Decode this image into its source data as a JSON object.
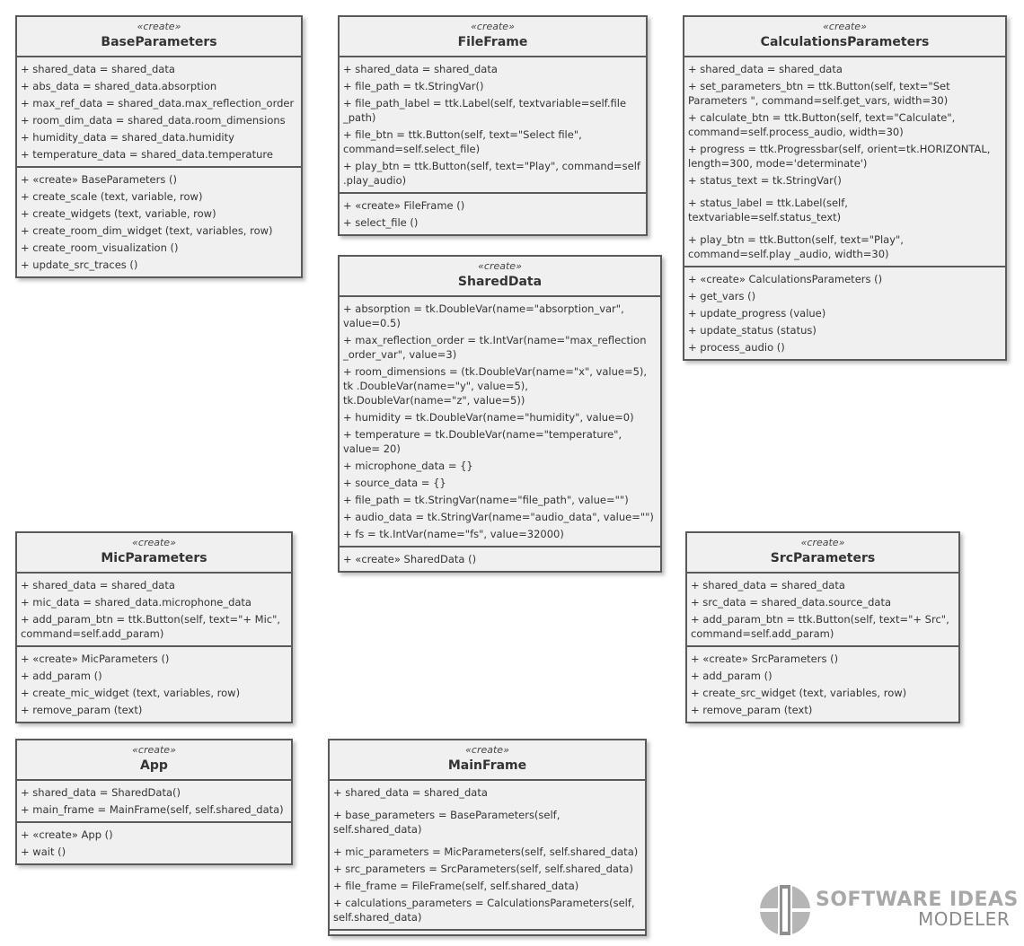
{
  "stereotype": "«create»",
  "classes": {
    "base_parameters": {
      "name": "BaseParameters",
      "attributes": [
        "+ shared_data =  shared_data",
        "+ abs_data =  shared_data.absorption",
        "+ max_ref_data =  shared_data.max_reflection_order",
        "+ room_dim_data =  shared_data.room_dimensions",
        "+ humidity_data =  shared_data.humidity",
        "+ temperature_data =  shared_data.temperature"
      ],
      "operations": [
        "+ «create» BaseParameters ()",
        "+ create_scale (text, variable, row)",
        "+ create_widgets (text, variable, row)",
        "+ create_room_dim_widget (text, variables, row)",
        "+ create_room_visualization ()",
        "+ update_src_traces ()"
      ]
    },
    "file_frame": {
      "name": "FileFrame",
      "attributes": [
        "+ shared_data =  shared_data",
        "+ file_path =  tk.StringVar()",
        "+ file_path_label =  ttk.Label(self, textvariable=self.file _path)",
        "+ file_btn =  ttk.Button(self, text=\"Select file\", command=self.select_file)",
        "+ play_btn =  ttk.Button(self, text=\"Play\", command=self .play_audio)"
      ],
      "operations": [
        "+ «create» FileFrame ()",
        "+ select_file ()"
      ]
    },
    "calculations_parameters": {
      "name": "CalculationsParameters",
      "attributes": [
        "+ shared_data =  shared_data",
        "+ set_parameters_btn =  ttk.Button(self, text=\"Set Parameters \", command=self.get_vars, width=30)",
        "+ calculate_btn =  ttk.Button(self, text=\"Calculate\", command=self.process_audio, width=30)",
        "+ progress =  ttk.Progressbar(self, orient=tk.HORIZONTAL, length=300, mode='determinate')",
        "+ status_text =  tk.StringVar()",
        "+ status_label =  ttk.Label(self, textvariable=self.status_text)",
        "+ play_btn =  ttk.Button(self, text=\"Play\", command=self.play _audio, width=30)"
      ],
      "operations": [
        "+ «create» CalculationsParameters ()",
        "+ get_vars ()",
        "+ update_progress (value)",
        "+ update_status (status)",
        "+ process_audio ()"
      ]
    },
    "shared_data": {
      "name": "SharedData",
      "attributes": [
        "+ absorption =  tk.DoubleVar(name=\"absorption_var\", value=0.5)",
        "+ max_reflection_order =  tk.IntVar(name=\"max_reflection _order_var\", value=3)",
        "+ room_dimensions =  (tk.DoubleVar(name=\"x\", value=5), tk .DoubleVar(name=\"y\", value=5), tk.DoubleVar(name=\"z\", value=5))",
        "+ humidity =  tk.DoubleVar(name=\"humidity\", value=0)",
        "+ temperature =  tk.DoubleVar(name=\"temperature\", value= 20)",
        "+ microphone_data =  {}",
        "+ source_data =  {}",
        "+ file_path =  tk.StringVar(name=\"file_path\", value=\"\")",
        "+ audio_data =  tk.StringVar(name=\"audio_data\", value=\"\")",
        "+ fs =  tk.IntVar(name=\"fs\", value=32000)"
      ],
      "operations": [
        "+ «create» SharedData ()"
      ]
    },
    "mic_parameters": {
      "name": "MicParameters",
      "attributes": [
        "+ shared_data =  shared_data",
        "+ mic_data =  shared_data.microphone_data",
        "+ add_param_btn =  ttk.Button(self, text=\"+ Mic\", command=self.add_param)"
      ],
      "operations": [
        "+ «create» MicParameters ()",
        "+ add_param ()",
        "+ create_mic_widget (text, variables, row)",
        "+ remove_param (text)"
      ]
    },
    "src_parameters": {
      "name": "SrcParameters",
      "attributes": [
        "+ shared_data =  shared_data",
        "+ src_data =  shared_data.source_data",
        "+ add_param_btn =  ttk.Button(self, text=\"+ Src\", command=self.add_param)"
      ],
      "operations": [
        "+ «create» SrcParameters ()",
        "+ add_param ()",
        "+ create_src_widget (text, variables, row)",
        "+ remove_param (text)"
      ]
    },
    "app": {
      "name": "App",
      "attributes": [
        "+ shared_data =  SharedData()",
        "+ main_frame =  MainFrame(self, self.shared_data)"
      ],
      "operations": [
        "+ «create» App ()",
        "+ wait ()"
      ]
    },
    "main_frame": {
      "name": "MainFrame",
      "attributes": [
        "+ shared_data =  shared_data",
        "+ base_parameters =  BaseParameters(self, self.shared_data)",
        "+ mic_parameters =  MicParameters(self, self.shared_data)",
        "+ src_parameters =  SrcParameters(self, self.shared_data)",
        "+ file_frame =  FileFrame(self, self.shared_data)",
        "+ calculations_parameters =  CalculationsParameters(self, self.shared_data)"
      ],
      "operations": []
    }
  },
  "logo": {
    "line1": "SOFTWARE IDEAS",
    "line2": "MODELER"
  }
}
